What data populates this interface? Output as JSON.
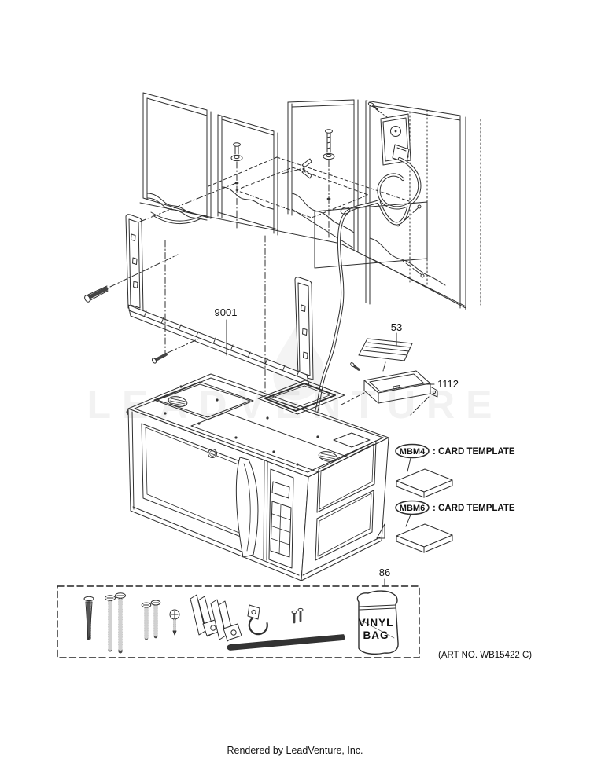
{
  "watermark": "LEADVENTURE",
  "parts": {
    "mounting_plate": "9001",
    "vent_cover": "53",
    "adapter_box": "1112",
    "hardware_kit": "86"
  },
  "card_templates": [
    {
      "code": "MBM4",
      "label": ": CARD TEMPLATE"
    },
    {
      "code": "MBM6",
      "label": ": CARD TEMPLATE"
    }
  ],
  "vinyl_bag": {
    "line1": "VINYL",
    "line2": "BAG"
  },
  "art_number": "(ART NO. WB15422 C)",
  "credit": "Rendered by LeadVenture, Inc."
}
